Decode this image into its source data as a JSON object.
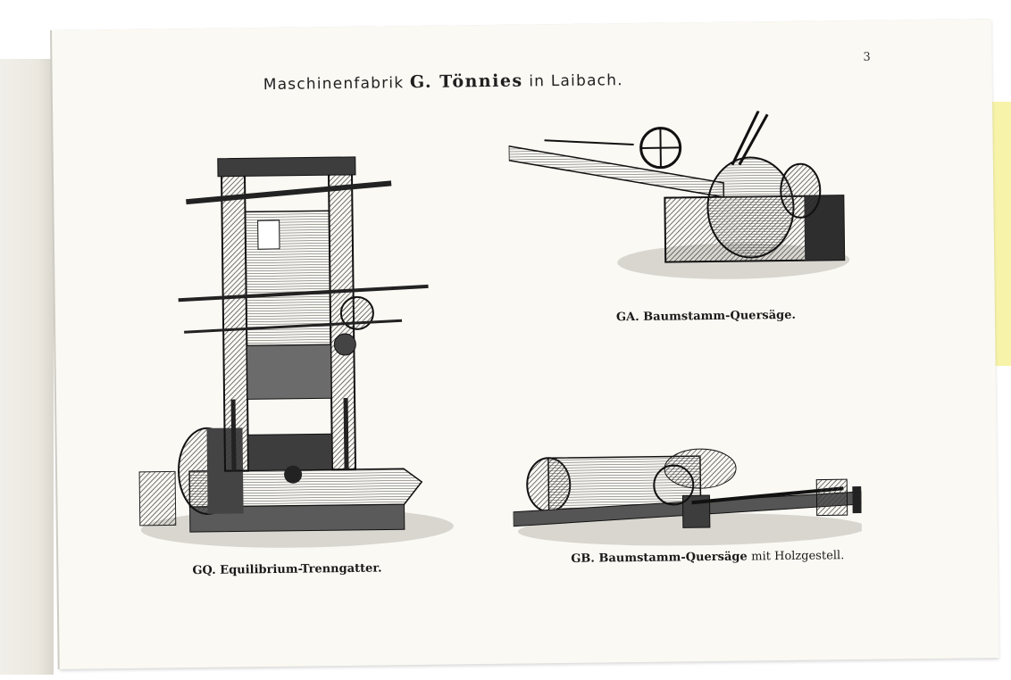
{
  "page": {
    "number": "3",
    "header": {
      "prefix": "Maschinenfabrik",
      "firm": "G. Tönnies",
      "suffix": "in Laibach."
    }
  },
  "figures": [
    {
      "code": "GQ.",
      "name": "Equilibrium-Trenngatter.",
      "extra": ""
    },
    {
      "code": "GA.",
      "name": "Baumstamm-Quersäge.",
      "extra": ""
    },
    {
      "code": "GB.",
      "name": "Baumstamm-Quersäge",
      "extra": "mit Holzgestell."
    }
  ]
}
